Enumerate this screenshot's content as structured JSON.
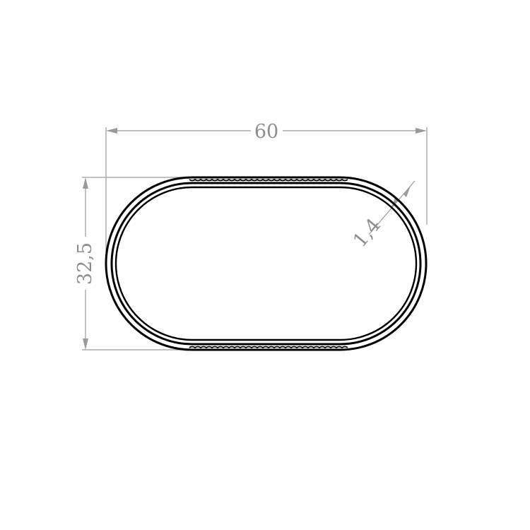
{
  "drawing": {
    "dimensions": {
      "width": "60",
      "height": "32,5",
      "wall": "1,4"
    },
    "colors": {
      "profile": "#000000",
      "dimension": "#9a9a9a"
    }
  }
}
